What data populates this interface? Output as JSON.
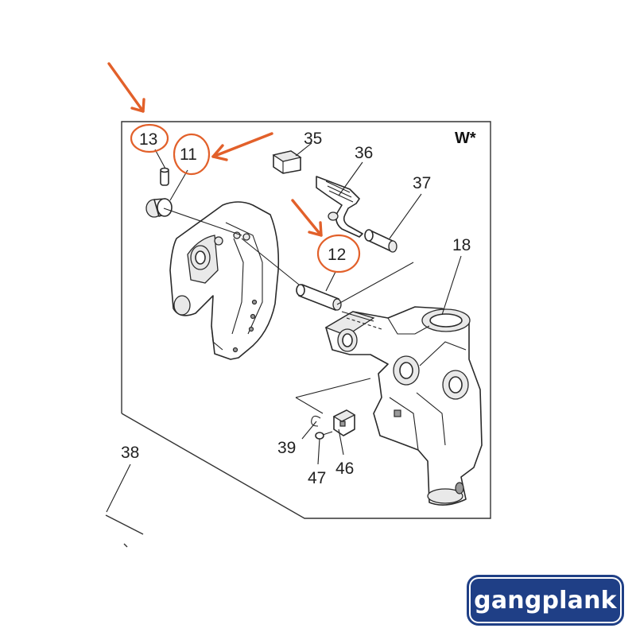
{
  "diagram": {
    "corner_mark": "W*",
    "callouts": [
      {
        "id": "c13",
        "text": "13"
      },
      {
        "id": "c11",
        "text": "11"
      },
      {
        "id": "c35",
        "text": "35"
      },
      {
        "id": "c36",
        "text": "36"
      },
      {
        "id": "c37",
        "text": "37"
      },
      {
        "id": "c12",
        "text": "12"
      },
      {
        "id": "c18",
        "text": "18"
      },
      {
        "id": "c39",
        "text": "39"
      },
      {
        "id": "c46",
        "text": "46"
      },
      {
        "id": "c47",
        "text": "47"
      },
      {
        "id": "c38",
        "text": "38"
      }
    ],
    "highlighted_callouts": [
      "13",
      "11",
      "12"
    ],
    "highlight_color": "#e2602a"
  },
  "logo": {
    "text": "gangplank",
    "background_color": "#1f3f86",
    "text_color": "#ffffff"
  }
}
